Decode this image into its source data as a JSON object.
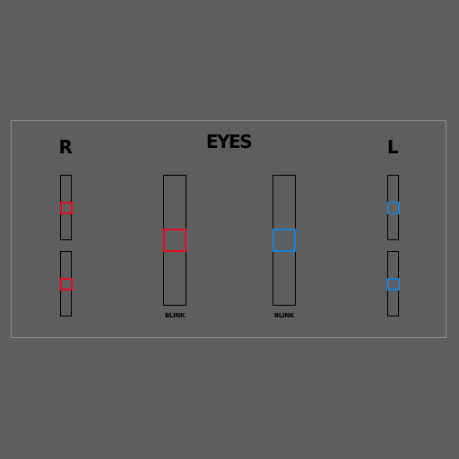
{
  "panel": {
    "title": "EYES",
    "right_label": "R",
    "left_label": "L"
  },
  "colors": {
    "background": "#5e5e5e",
    "frame": "#8a8a8a",
    "right_handle": "#e01020",
    "left_handle": "#1a7fd0",
    "track": "#000000"
  },
  "sliders": {
    "right_eye_upper": {
      "level": 0.5
    },
    "right_eye_lower": {
      "level": 0.5
    },
    "right_blink": {
      "label": "BLINK",
      "level": 0.5
    },
    "left_blink": {
      "label": "BLINK",
      "level": 0.5
    },
    "left_eye_upper": {
      "level": 0.5
    },
    "left_eye_lower": {
      "level": 0.5
    }
  }
}
